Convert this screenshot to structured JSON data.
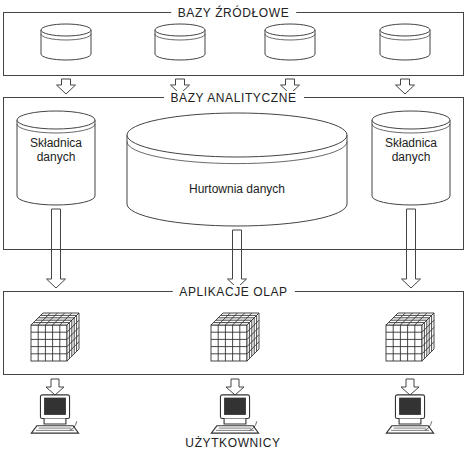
{
  "diagram": {
    "nodes": [
      {
        "text": [
          "BAZY ŹRÓDŁOWE"
        ]
      },
      {
        "text": [
          "BAZY ANALITYCZNE"
        ]
      },
      {
        "text": [
          "Składnica danych"
        ],
        "in": 1
      },
      {
        "text": [
          "Hurtownia danych"
        ],
        "in": 1
      },
      {
        "text": [
          "Składnica danych"
        ],
        "in": 1
      },
      {
        "text": [
          "APLIKACJE OLAP"
        ]
      }
    ],
    "edges": [
      {
        "from": 0,
        "to": 1,
        "arrow": "to"
      },
      {
        "from": 0,
        "to": 1,
        "arrow": "to"
      },
      {
        "from": 0,
        "to": 1,
        "arrow": "to"
      },
      {
        "from": 0,
        "to": 1,
        "arrow": "to"
      },
      {
        "from": 2,
        "to": 5,
        "arrow": "to"
      },
      {
        "from": 3,
        "to": 5,
        "arrow": "to"
      },
      {
        "from": 4,
        "to": 5,
        "arrow": "to"
      }
    ],
    "labels": [
      "UŻYTKOWNICY"
    ]
  }
}
